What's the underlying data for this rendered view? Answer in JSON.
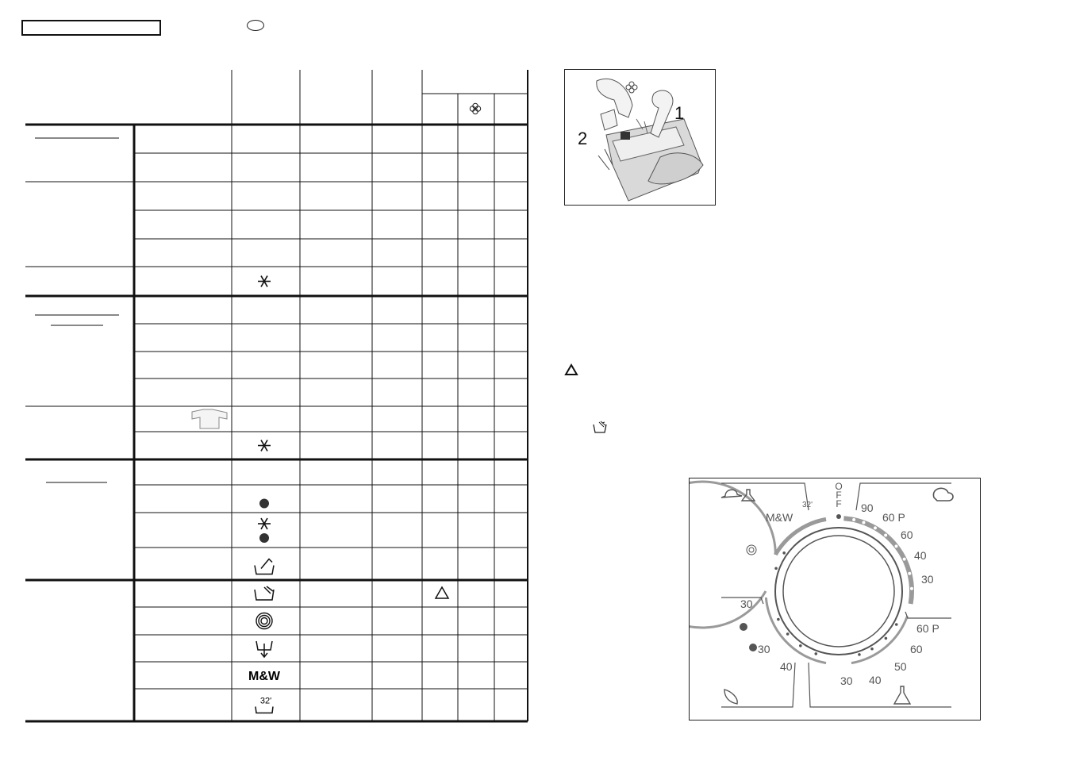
{
  "header": {
    "title_box": "",
    "country_badge": ""
  },
  "table": {
    "rows": [
      {
        "symbol_icon": null
      },
      {
        "symbol_icon": null
      },
      {
        "symbol_icon": null
      },
      {
        "symbol_icon": null
      },
      {
        "symbol_icon": null
      },
      {
        "symbol_icon": "snowflake-icon"
      },
      {
        "symbol_icon": null
      },
      {
        "symbol_icon": null
      },
      {
        "symbol_icon": null
      },
      {
        "symbol_icon": null
      },
      {
        "symbol_icon": "shirt-icon"
      },
      {
        "symbol_icon": "snowflake-icon"
      },
      {
        "symbol_icon": null
      },
      {
        "symbol_icon": "wool-icon"
      },
      {
        "symbol_icon": "snowflake-wool-icon"
      },
      {
        "symbol_icon": "handwash-icon"
      },
      {
        "symbol_icon": "rinse-icon"
      },
      {
        "symbol_icon": "spin-icon"
      },
      {
        "symbol_icon": "drain-icon"
      },
      {
        "symbol_icon": "mw-text",
        "symbol_text": "M&W"
      },
      {
        "symbol_icon": "quick32-icon",
        "symbol_text": "32'"
      }
    ],
    "softener_header_icon": "flower-icon",
    "warning_triangle_row": 16
  },
  "dispenser": {
    "label_1": "1",
    "label_2": "2",
    "softener_icon": "flower-icon"
  },
  "notes": {
    "warning_icon": "warning-triangle-icon",
    "rinse_icon": "rinse-icon"
  },
  "dial": {
    "off_label": "OFF",
    "mw_label": "M&W",
    "quick_label": "32'",
    "cotton_temps": [
      "90",
      "60 P",
      "60",
      "40",
      "30"
    ],
    "synthetic_temps": [
      "60 P",
      "60",
      "50",
      "40",
      "30"
    ],
    "delicate_labels": [
      "30",
      "30",
      "40"
    ],
    "colors": {
      "track": "#9a9a9a",
      "ink": "#555555"
    }
  }
}
